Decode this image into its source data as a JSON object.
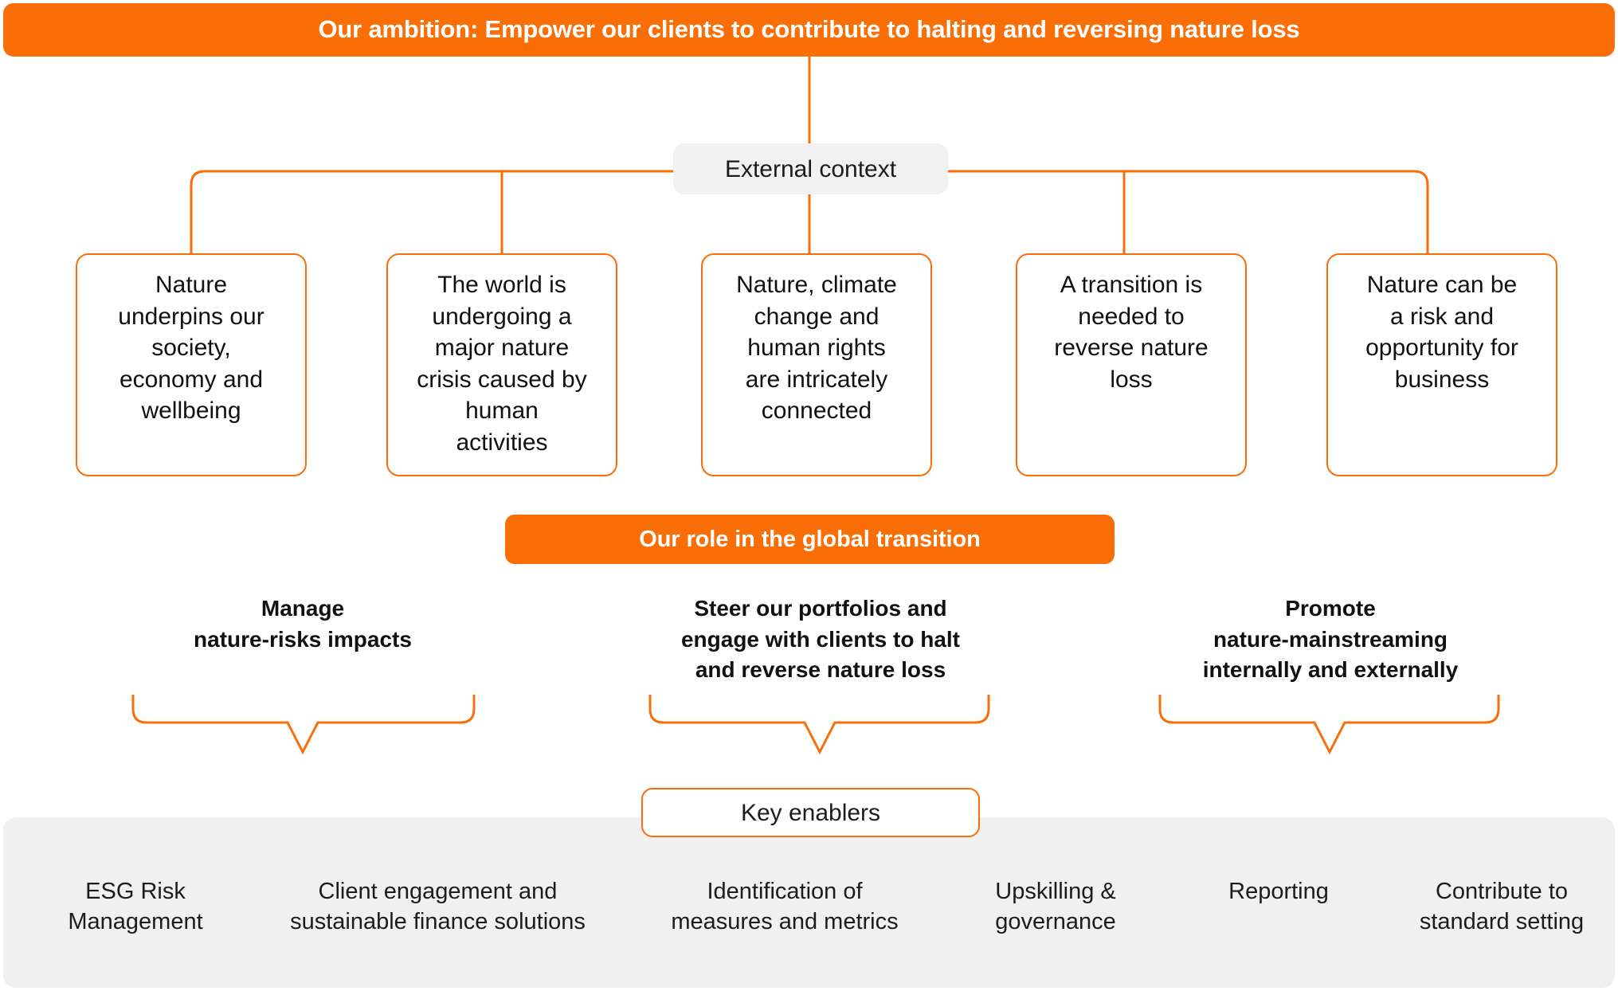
{
  "ambition": {
    "label": "Our ambition: Empower our clients to contribute to halting and reversing nature loss"
  },
  "external_context": {
    "label": "External context",
    "boxes": [
      {
        "label": "Nature\nunderpins our\nsociety,\neconomy and\nwellbeing"
      },
      {
        "label": "The world is\nundergoing a\nmajor nature\ncrisis caused by\nhuman\nactivities"
      },
      {
        "label": "Nature, climate\nchange and\nhuman rights\nare intricately\nconnected"
      },
      {
        "label": "A transition is\nneeded to\nreverse nature\nloss"
      },
      {
        "label": "Nature can be\na risk and\nopportunity for\nbusiness"
      }
    ]
  },
  "role": {
    "banner": "Our role in the global transition",
    "pillars": [
      {
        "label": "Manage\nnature-risks  impacts"
      },
      {
        "label": "Steer our portfolios and\nengage with clients to halt\nand reverse nature loss"
      },
      {
        "label": "Promote\nnature-mainstreaming\ninternally and externally"
      }
    ]
  },
  "key_enablers": {
    "label": "Key enablers",
    "items": [
      {
        "label": "ESG Risk\nManagement"
      },
      {
        "label": "Client engagement and\nsustainable finance solutions"
      },
      {
        "label": "Identification of\nmeasures and metrics"
      },
      {
        "label": "Upskilling &\ngovernance"
      },
      {
        "label": "Reporting"
      },
      {
        "label": "Contribute to\nstandard setting"
      }
    ]
  },
  "colors": {
    "accent_orange": "#f96e07",
    "banner_text": "#ffffff",
    "body_text": "#111111",
    "pill_gray": "#f1f1f1",
    "footer_gray": "#f0f0f0"
  }
}
